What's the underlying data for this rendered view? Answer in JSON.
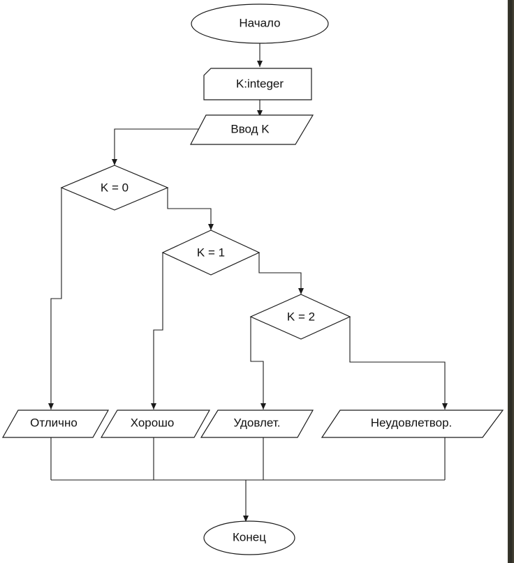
{
  "nodes": {
    "start": "Начало",
    "declare": "K:integer",
    "input": "Ввод K",
    "cond0": "K = 0",
    "cond1": "K = 1",
    "cond2": "K = 2",
    "out0": "Отлично",
    "out1": "Хорошо",
    "out2": "Удовлет.",
    "out3": "Неудовлетвор.",
    "end": "Конец"
  },
  "colors": {
    "stroke": "#1a1a1a",
    "fill": "#ffffff",
    "text": "#111111"
  }
}
